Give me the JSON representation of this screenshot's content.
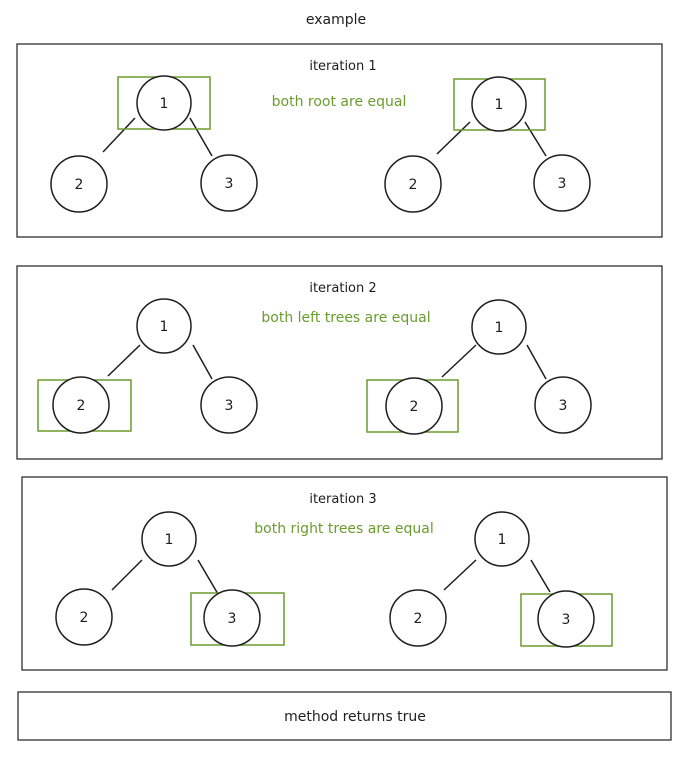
{
  "title": "example",
  "panels": [
    {
      "label": "iteration 1",
      "note": "both root are equal",
      "highlight": "root",
      "trees": [
        {
          "root": "1",
          "left": "2",
          "right": "3"
        },
        {
          "root": "1",
          "left": "2",
          "right": "3"
        }
      ]
    },
    {
      "label": "iteration 2",
      "note": "both left trees are equal",
      "highlight": "left",
      "trees": [
        {
          "root": "1",
          "left": "2",
          "right": "3"
        },
        {
          "root": "1",
          "left": "2",
          "right": "3"
        }
      ]
    },
    {
      "label": "iteration 3",
      "note": "both right trees are equal",
      "highlight": "right",
      "trees": [
        {
          "root": "1",
          "left": "2",
          "right": "3"
        },
        {
          "root": "1",
          "left": "2",
          "right": "3"
        }
      ]
    }
  ],
  "result": "method returns true",
  "colors": {
    "stroke": "#1e1e1e",
    "highlight": "#6a9c2e"
  }
}
